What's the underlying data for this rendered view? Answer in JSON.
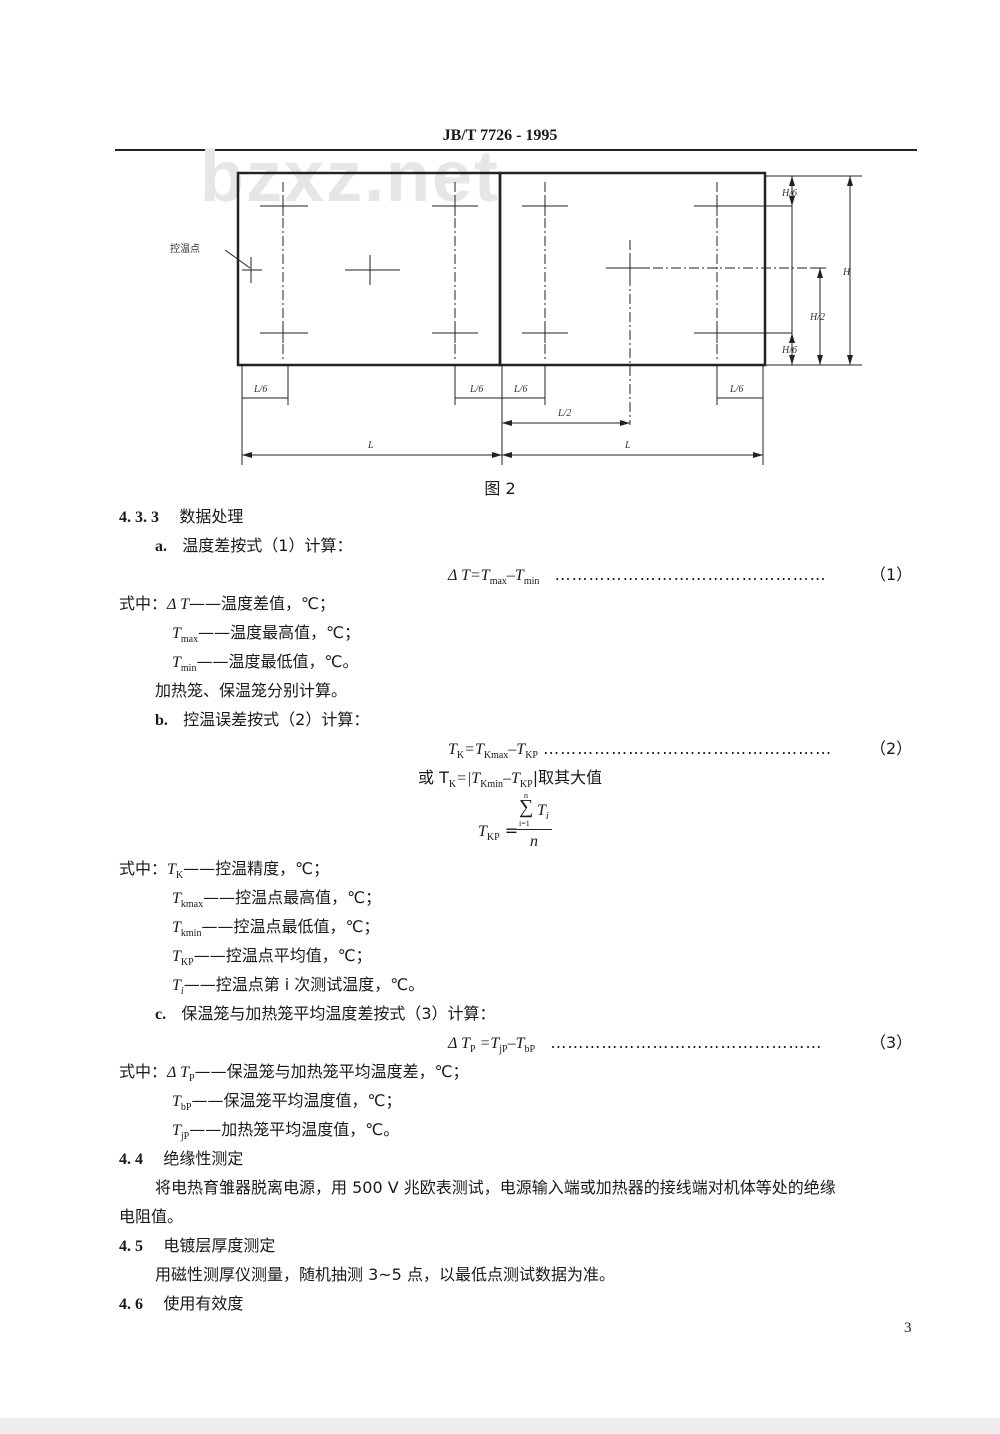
{
  "header": {
    "title": "JB/T  7726 - 1995",
    "watermark": "bzxz.net"
  },
  "figure": {
    "callout_label": "控温点",
    "caption": "图 2",
    "dims": {
      "l6": "L/6",
      "l2": "L/2",
      "l": "L",
      "h": "H",
      "h2": "H/2",
      "h6": "H/6"
    }
  },
  "s433": {
    "num": "4. 3. 3",
    "title": "数据处理",
    "a": {
      "label": "a.",
      "text": "温度差按式（1）计算：",
      "formula": {
        "lhs": "Δ T=T",
        "sub1": "max",
        "mid": "–T",
        "sub2": "min"
      },
      "dots": "…………………………………………",
      "num": "（1）",
      "where_prefix": "式中：",
      "defs": [
        {
          "sym": "Δ T",
          "sub": "",
          "desc": "——温度差值，℃；"
        },
        {
          "sym": "T",
          "sub": "max",
          "desc": "——温度最高值，℃；"
        },
        {
          "sym": "T",
          "sub": "min",
          "desc": "——温度最低值，℃。"
        }
      ],
      "note": "加热笼、保温笼分别计算。"
    },
    "b": {
      "label": "b.",
      "text": "控温误差按式（2）计算：",
      "formula1": {
        "t1": "T",
        "s1": "K",
        "t2": "=T",
        "s2": "Kmax",
        "t3": "–T",
        "s3": "KP"
      },
      "dots": "……………………………………………",
      "num": "（2）",
      "formula2": {
        "pre": "或 T",
        "s1": "K",
        "t2": "=|T",
        "s2": "Kmin",
        "t3": "–T",
        "s3": "KP",
        "post": "|取其大值"
      },
      "formula3": {
        "lhs": "T",
        "lhs_sub": "KP",
        "sum_top": "n",
        "sum_sym": "∑",
        "sum_bottom": "i=1",
        "term": "T",
        "term_sub": "i",
        "den": "n"
      },
      "where_prefix": "式中：",
      "defs": [
        {
          "sym": "T",
          "sub": "K",
          "desc": "——控温精度，℃；"
        },
        {
          "sym": "T",
          "sub": "kmax",
          "desc": "——控温点最高值，℃；"
        },
        {
          "sym": "T",
          "sub": "kmin",
          "desc": "——控温点最低值，℃；"
        },
        {
          "sym": "T",
          "sub": "KP",
          "desc": "——控温点平均值，℃；"
        },
        {
          "sym": "T",
          "sub": "i",
          "desc": "——控温点第 i 次测试温度，℃。"
        }
      ]
    },
    "c": {
      "label": "c.",
      "text": "保温笼与加热笼平均温度差按式（3）计算：",
      "formula": {
        "t1": "Δ T",
        "s1": "P",
        "t2": " =T",
        "s2": "jP",
        "t3": "–T",
        "s3": "bP"
      },
      "dots": "…………………………………………",
      "num": "（3）",
      "where_prefix": "式中：",
      "defs": [
        {
          "sym": "Δ T",
          "sub": "P",
          "desc": "——保温笼与加热笼平均温度差，℃；"
        },
        {
          "sym": "T",
          "sub": "bP",
          "desc": "——保温笼平均温度值，℃；"
        },
        {
          "sym": "T",
          "sub": "jP",
          "desc": "——加热笼平均温度值，℃。"
        }
      ]
    }
  },
  "s44": {
    "num": "4. 4",
    "title": "绝缘性测定",
    "body1": "将电热育雏器脱离电源，用 500  V 兆欧表测试，电源输入端或加热器的接线端对机体等处的绝缘",
    "body2": "电阻值。"
  },
  "s45": {
    "num": "4. 5",
    "title": "电镀层厚度测定",
    "body": "用磁性测厚仪测量，随机抽测 3~5 点，以最低点测试数据为准。"
  },
  "s46": {
    "num": "4. 6",
    "title": "使用有效度"
  },
  "page_number": "3"
}
